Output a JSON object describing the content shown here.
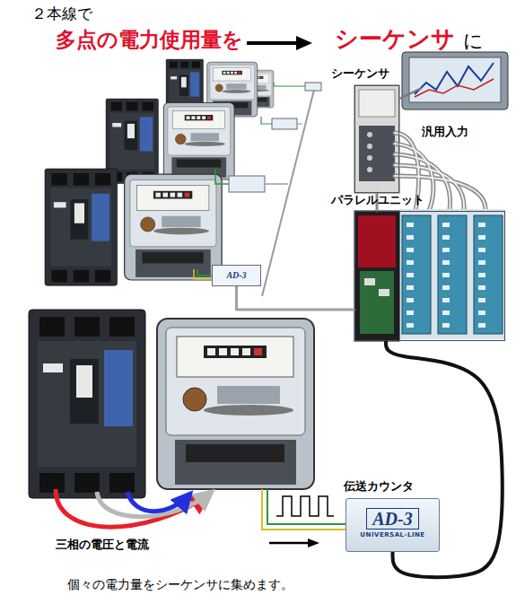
{
  "diagram": {
    "title": "２本線で",
    "caption": "個々の電力量をシーケンサに集めます。",
    "nodes": [
      {
        "text": [
          "シーケンサ"
        ]
      },
      {
        "text": [
          "パラレルユニット"
        ]
      },
      {
        "text": [
          "伝送カウンタ",
          "AD-3",
          "UNIVERSAL-LINE"
        ]
      },
      {
        "text": [
          "AD-3"
        ]
      }
    ],
    "edges": [
      {
        "from": 1,
        "to": 0,
        "arrow": "none",
        "label": "汎用入力"
      },
      {
        "from": 1,
        "to": 2,
        "arrow": "none"
      },
      {
        "from": 1,
        "to": 3,
        "arrow": "none"
      }
    ],
    "labels": [
      "多点の電力使用量を",
      "シーケンサ",
      "に",
      "三相の電圧と電流"
    ]
  }
}
